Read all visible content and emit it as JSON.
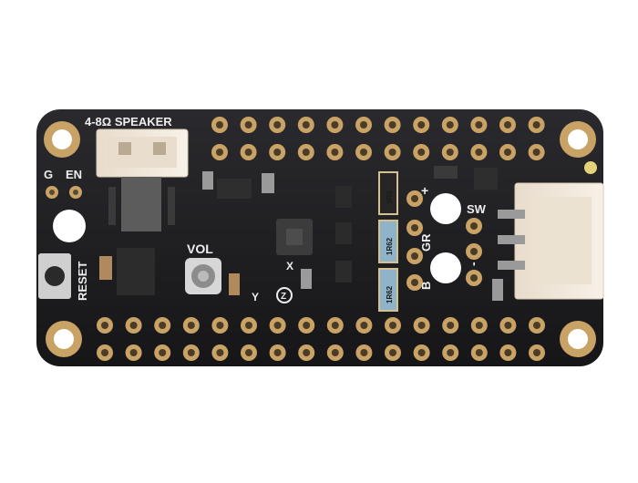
{
  "board": {
    "speaker_label": "4-8Ω SPEAKER",
    "g_label": "G",
    "en_label": "EN",
    "vol_label": "VOL",
    "reset_label": "RESET",
    "plus_label": "+",
    "gr_label": "GR",
    "b_label": "B",
    "sw_label": "SW",
    "x_label": "X",
    "y_label": "Y",
    "z_label": "Z",
    "minus_label": "-",
    "resistor_top": "3R6",
    "resistor_mid": "1R62",
    "resistor_bot": "1R62"
  },
  "colors": {
    "pcb": "#1f1f22",
    "pad": "#c9a266",
    "silkscreen": "#eeeeee",
    "connector": "#f1e8db",
    "background": "#ffffff"
  }
}
